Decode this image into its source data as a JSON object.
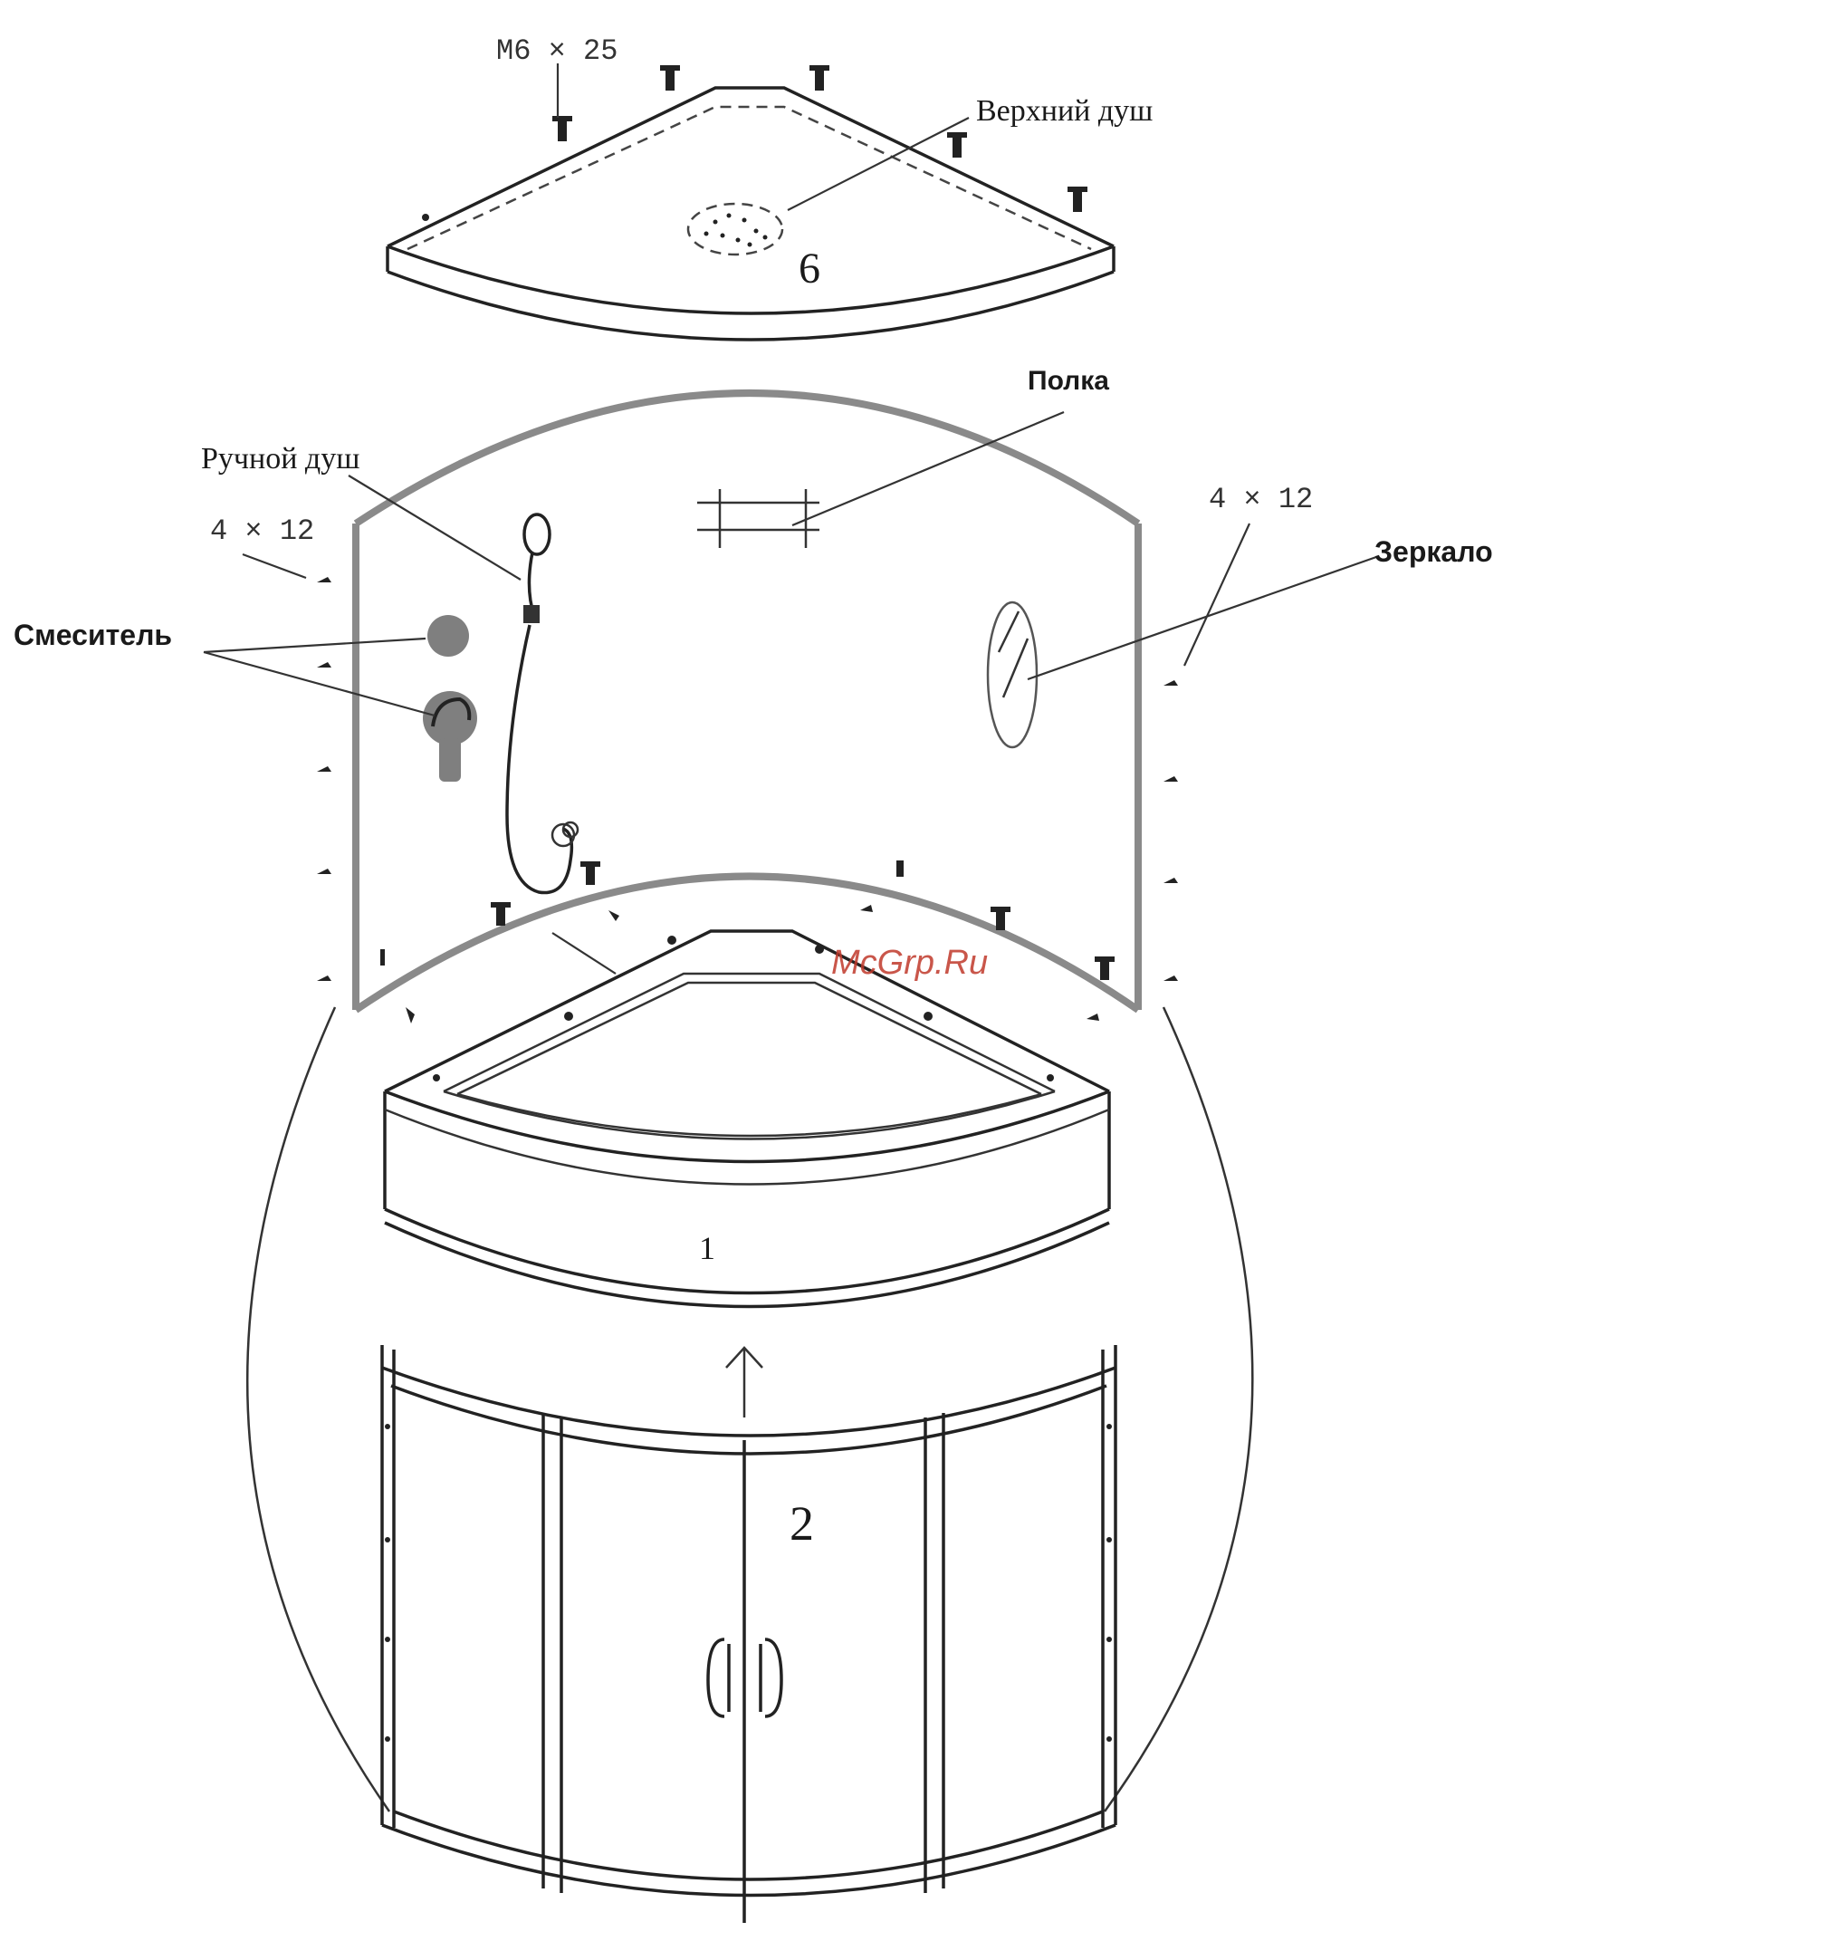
{
  "labels": {
    "top_screw_size": "M6 × 25",
    "overhead_shower": "Верхний душ",
    "part_top": "6",
    "shelf": "Полка",
    "hand_shower": "Ручной душ",
    "left_screw_size": "4 × 12",
    "right_screw_size": "4 × 12",
    "mirror": "Зеркало",
    "mixer": "Смеситель",
    "part_tray": "1",
    "part_doors": "2",
    "watermark": "McGrp.Ru"
  },
  "colors": {
    "line": "#222222",
    "panel_outline": "#8a8a8a",
    "mixer_fill": "#7f7f7f",
    "watermark": "#c0392b"
  }
}
